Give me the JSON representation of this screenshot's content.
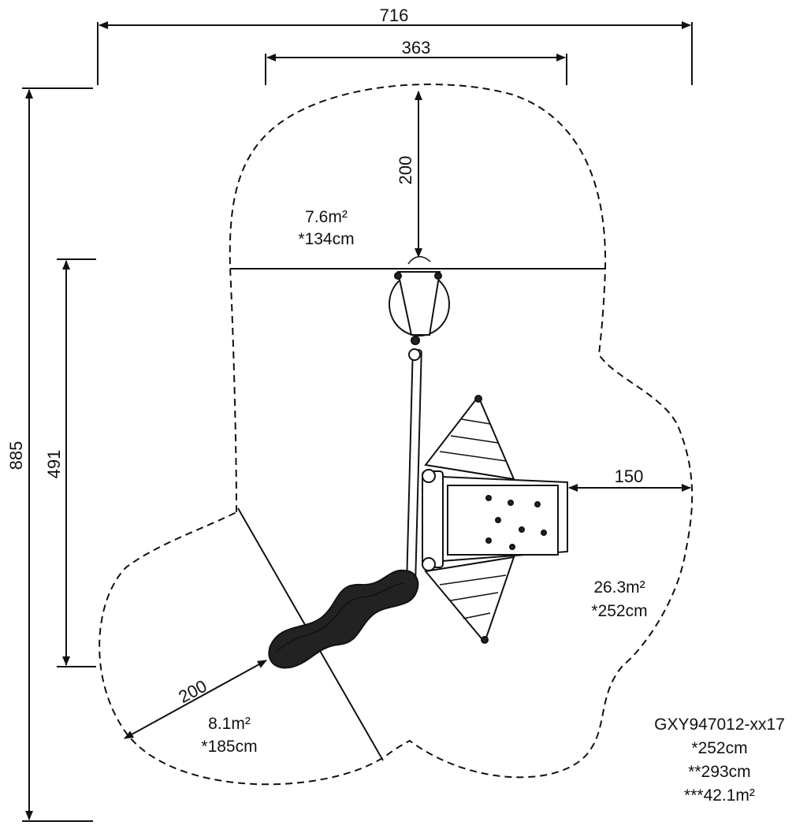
{
  "dimensions": {
    "overall_width": "716",
    "inner_width": "363",
    "overall_height": "885",
    "inner_height": "491",
    "swing_clearance": "200",
    "deck_clearance": "150",
    "slide_clearance": "200"
  },
  "zones": {
    "swing": {
      "area": "7.6m²",
      "height": "*134cm"
    },
    "main": {
      "area": "26.3m²",
      "height": "*252cm"
    },
    "slide": {
      "area": "8.1m²",
      "height": "*185cm"
    }
  },
  "product": {
    "code": "GXY947012-xx17",
    "height1": "*252cm",
    "height2": "**293cm",
    "area": "***42.1m²"
  }
}
